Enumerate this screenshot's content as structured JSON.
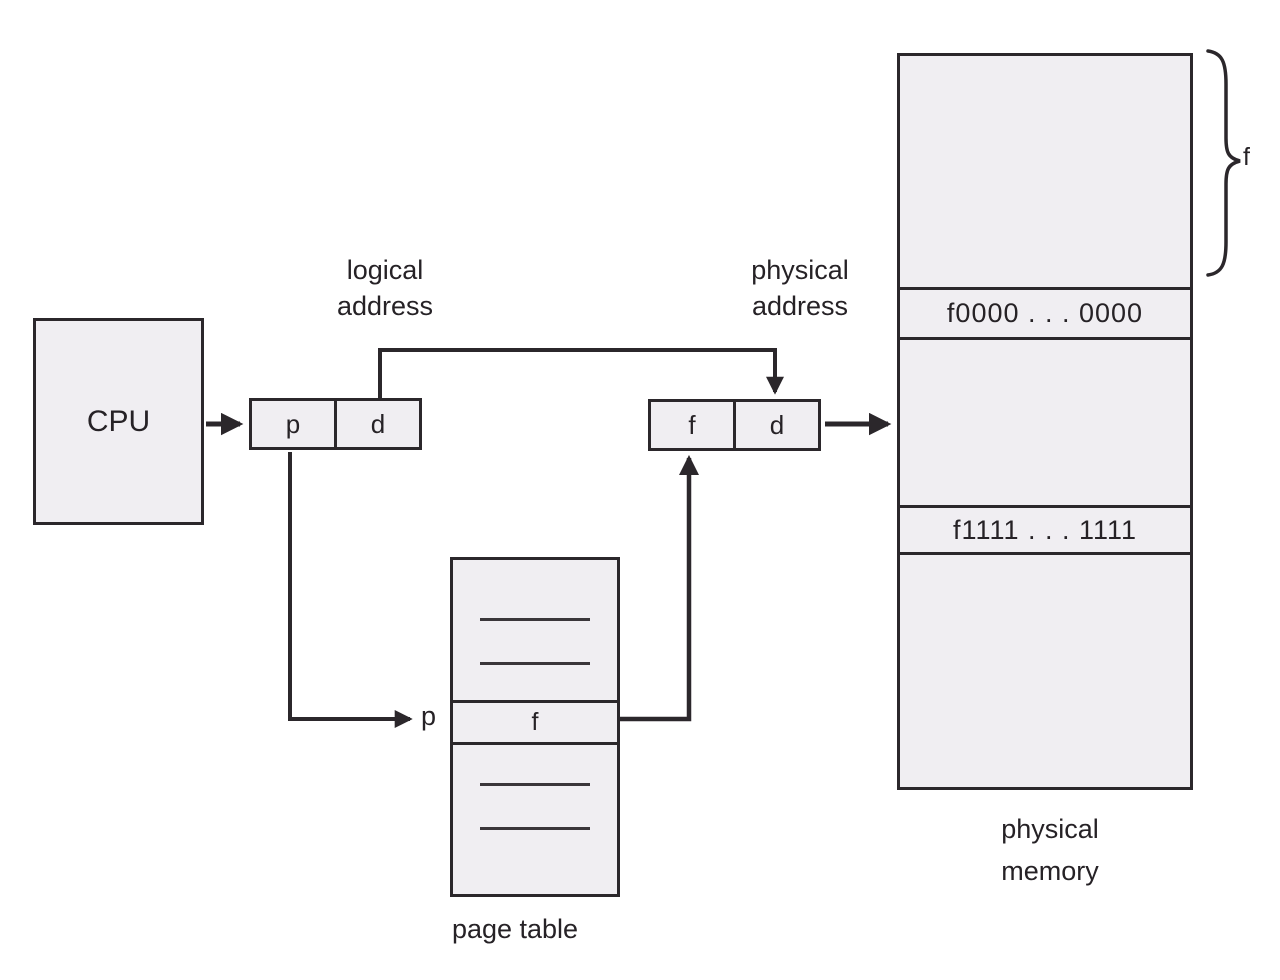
{
  "colors": {
    "box_fill": "#f0eef2",
    "line_color": "#2b272b",
    "background": "#ffffff"
  },
  "cpu": {
    "label": "CPU"
  },
  "logical_address": {
    "caption_line1": "logical",
    "caption_line2": "address",
    "fields": [
      "p",
      "d"
    ]
  },
  "physical_address": {
    "caption_line1": "physical",
    "caption_line2": "address",
    "fields": [
      "f",
      "d"
    ]
  },
  "page_table": {
    "caption": "page table",
    "entry_value": "f",
    "index_pointer_label": "p"
  },
  "physical_memory": {
    "caption_line1": "physical",
    "caption_line2": "memory",
    "frame_brace_label": "f",
    "rows": [
      {
        "label": ""
      },
      {
        "label": "f0000 . . . 0000"
      },
      {
        "label": ""
      },
      {
        "label": "f1111 . . . 1111"
      },
      {
        "label": ""
      }
    ]
  }
}
